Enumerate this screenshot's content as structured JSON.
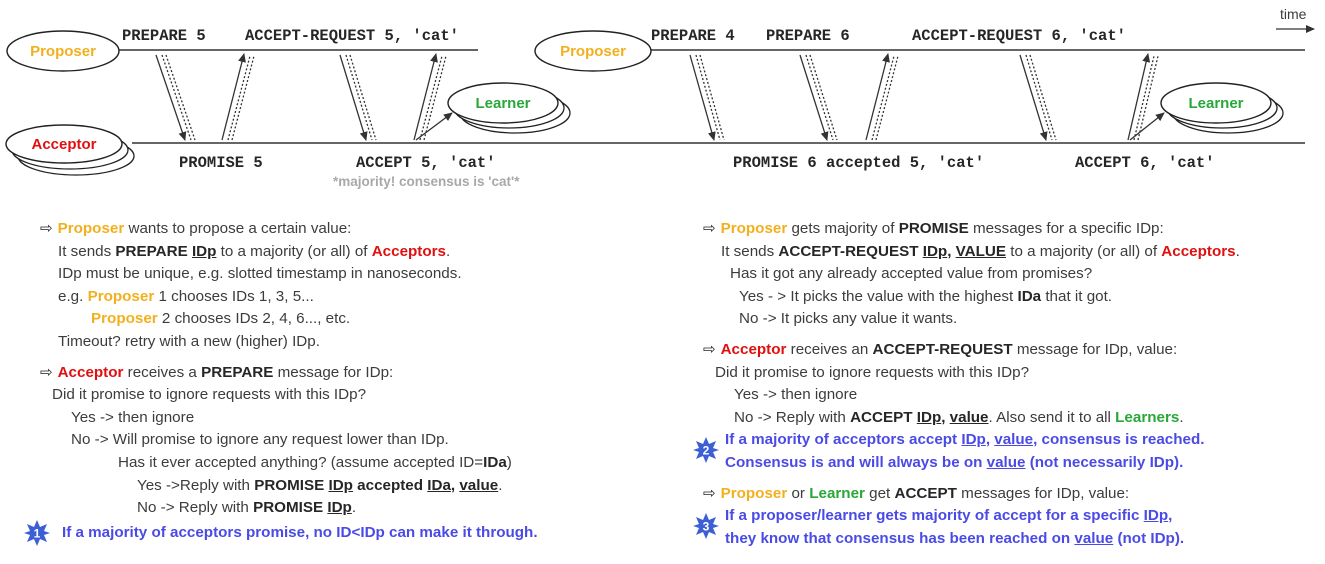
{
  "diagram": {
    "time_label": "time",
    "proposer": "Proposer",
    "acceptor": "Acceptor",
    "learner": "Learner",
    "msgs": {
      "prepare5": "PREPARE 5",
      "accept_req5": "ACCEPT-REQUEST 5, 'cat'",
      "promise5": "PROMISE 5",
      "accept5": "ACCEPT 5, 'cat'",
      "majority_note": "*majority! consensus is 'cat'*",
      "prepare4": "PREPARE 4",
      "prepare6": "PREPARE 6",
      "accept_req6": "ACCEPT-REQUEST 6, 'cat'",
      "promise6": "PROMISE 6 accepted 5, 'cat'",
      "accept6": "ACCEPT 6, 'cat'"
    }
  },
  "left": {
    "p1": {
      "a": "Proposer",
      "b": " wants to propose a certain value:"
    },
    "p2": {
      "a": "It sends ",
      "b": "PREPARE",
      "c": " ",
      "d": "IDp",
      "e": " to a majority (or all) of ",
      "f": "Acceptors",
      "g": "."
    },
    "p3": "IDp must be unique, e.g. slotted timestamp in nanoseconds.",
    "p4": {
      "a": "e.g. ",
      "b": "Proposer",
      "c": " 1 chooses IDs 1, 3, 5..."
    },
    "p5": {
      "a": "Proposer",
      "b": " 2 chooses IDs 2, 4, 6..., etc."
    },
    "p6": "Timeout? retry with a new (higher) IDp.",
    "a1": {
      "a": "Acceptor",
      "b": " receives a ",
      "c": "PREPARE",
      "d": " message for IDp:"
    },
    "a2": "Did it promise to ignore requests with this IDp?",
    "a3": "Yes -> then ignore",
    "a4": "No -> Will promise to ignore any request lower than IDp.",
    "a5": {
      "a": "Has it ever accepted anything? (assume accepted ID=",
      "b": "IDa",
      ")": ")"
    },
    "a6": {
      "a": "Yes ->Reply with ",
      "b": "PROMISE",
      "c": " ",
      "d": "IDp",
      "e": " accepted ",
      "f": "IDa",
      ",": ", ",
      "g": "value",
      "h": "."
    },
    "a7": {
      "a": "No -> Reply with ",
      "b": "PROMISE",
      "c": " ",
      "d": "IDp",
      "e": "."
    },
    "badge1": "1",
    "c1": "If a majority of acceptors promise, no ID<IDp can make it through."
  },
  "right": {
    "p1": {
      "a": "Proposer",
      "b": " gets majority of ",
      "c": "PROMISE",
      "d": " messages for a specific IDp:"
    },
    "p2": {
      "a": "It sends ",
      "b": "ACCEPT-REQUEST",
      "c": " ",
      "d": "IDp",
      ",": ", ",
      "e": "VALUE",
      "f": " to a majority (or all) of ",
      "g": "Acceptors",
      "h": "."
    },
    "p3": "Has it got any already accepted value from promises?",
    "p4": {
      "a": "Yes - > It picks the value with the highest ",
      "b": "IDa",
      "c": " that it got."
    },
    "p5": "No -> It picks any value it wants.",
    "a1": {
      "a": "Acceptor",
      "b": " receives an ",
      "c": "ACCEPT-REQUEST",
      "d": " message for IDp, value:"
    },
    "a2": "Did it promise to ignore requests with this IDp?",
    "a3": "Yes -> then ignore",
    "a4": {
      "a": "No -> Reply with ",
      "b": "ACCEPT",
      "c": " ",
      "d": "IDp",
      ",": ", ",
      "e": "value",
      "f": ". Also send it to all ",
      "g": "Learners",
      "h": "."
    },
    "badge2": "2",
    "c2a": {
      "a": "If a majority of acceptors accept ",
      "b": "IDp",
      ",": ", ",
      "c": "value",
      "d": ", consensus is reached."
    },
    "c2b": {
      "a": "Consensus is and will always be on ",
      "b": "value",
      "c": " (not necessarily IDp)."
    },
    "l1": {
      "a": "Proposer",
      "b": " or ",
      "c": "Learner",
      "d": " get ",
      "e": "ACCEPT",
      "f": " messages for IDp, value:"
    },
    "badge3": "3",
    "c3a": {
      "a": "If a proposer/learner gets majority of accept for a specific ",
      "b": "IDp",
      ",": ","
    },
    "c3b": {
      "a": "they know that consensus has been reached on ",
      "b": "value",
      "c": " (not IDp)."
    }
  },
  "colors": {
    "proposer": "#f2b01e",
    "acceptor": "#e01010",
    "learner": "#28a838",
    "conclusion": "#4a4ae6"
  }
}
